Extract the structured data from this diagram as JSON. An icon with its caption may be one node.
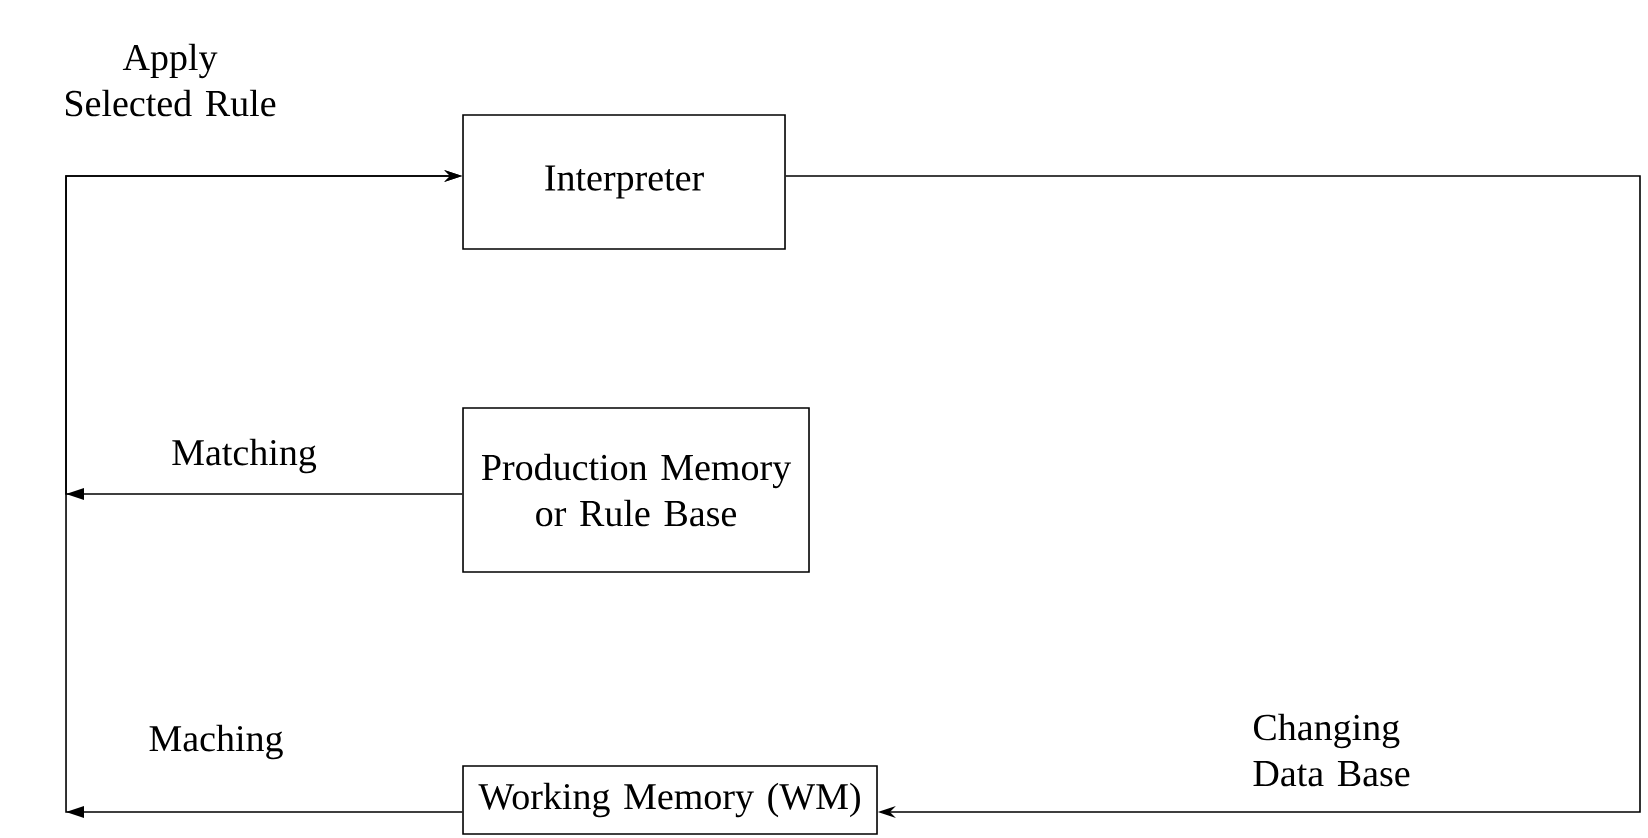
{
  "diagram": {
    "nodes": [
      {
        "text": [
          "Interpreter"
        ]
      },
      {
        "text": [
          "Production Memory or Rule Base"
        ]
      },
      {
        "text": [
          "Working Memory (WM)"
        ]
      }
    ],
    "edges": [
      {
        "from": 1,
        "to": 0,
        "arrow": "to",
        "label": "Matching"
      },
      {
        "from": 2,
        "to": 0,
        "arrow": "to",
        "label": "Maching"
      },
      {
        "from": 0,
        "to": 2,
        "arrow": "to",
        "label": "Changing Data Base"
      }
    ],
    "labels": [
      "Apply Selected Rule"
    ]
  }
}
